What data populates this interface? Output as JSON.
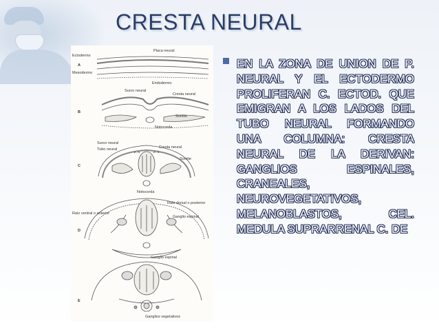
{
  "slide": {
    "title": "CRESTA NEURAL",
    "bullet": "EN LA ZONA DE UNION DE P. NEURAL Y EL ECTODERMO PROLIFERAN C. ECTOD. QUE EMIGRAN A LOS LADOS DEL TUBO NEURAL FORMANDO UNA COLUMNA: CRESTA NEURAL DE LA DERIVAN: GANGLIOS ESPINALES, CRANEALES, NEUROVEGETATIVOS, MELANOBLASTOS, CEL. MEDULA SUPRARRENAL C. DE"
  },
  "figure": {
    "stages": {
      "a": "A",
      "b": "B",
      "c": "C",
      "d": "D",
      "e": "E"
    },
    "labels": {
      "ectodermo": "Ectodermo",
      "placa_neural": "Placa neural",
      "mesodermo": "Mesodermo",
      "endodermo": "Endodermo",
      "surco_neural": "Surco neural",
      "cresta_neural_b": "Cresta neural",
      "somite_b": "Somite",
      "notocorda_b": "Notocorda",
      "surco_tubo_neural": "Surco neural",
      "tubo_neural": "Tubo neural",
      "cresta_neural_c": "Cresta neural",
      "somite_c": "Somite",
      "notocorda_c": "Notocorda",
      "raiz_ventral": "Raíz ventral o anterior",
      "raiz_dorsal": "Raíz dorsal o posterior",
      "ganglio_espinal_d": "Ganglio espinal",
      "ganglio_espinal_e": "Ganglio espinal",
      "ganglios_vegetativos": "Ganglios vegetativos"
    }
  }
}
